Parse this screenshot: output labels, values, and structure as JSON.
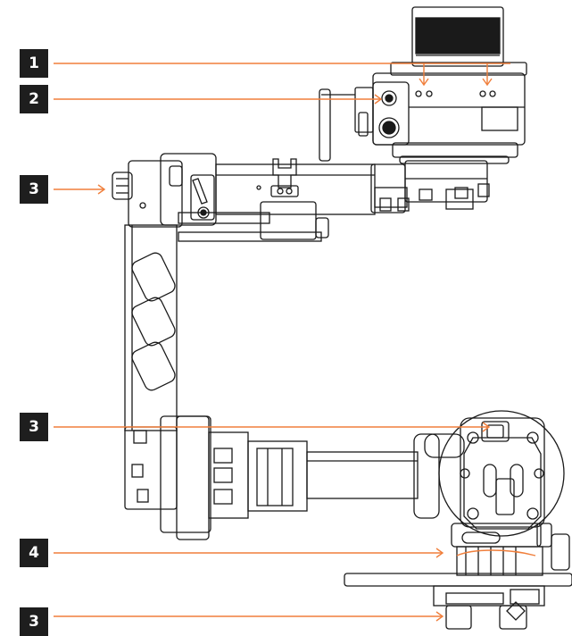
{
  "callouts": [
    {
      "id": "c1",
      "label": "1"
    },
    {
      "id": "c2",
      "label": "2"
    },
    {
      "id": "c3a",
      "label": "3"
    },
    {
      "id": "c3b",
      "label": "3"
    },
    {
      "id": "c4",
      "label": "4"
    },
    {
      "id": "c3c",
      "label": "3"
    }
  ],
  "colors": {
    "callout_bg": "#1e1e1e",
    "callout_text": "#ffffff",
    "leader_line": "#f07f3c",
    "drawing_stroke": "#1a1a1a"
  }
}
